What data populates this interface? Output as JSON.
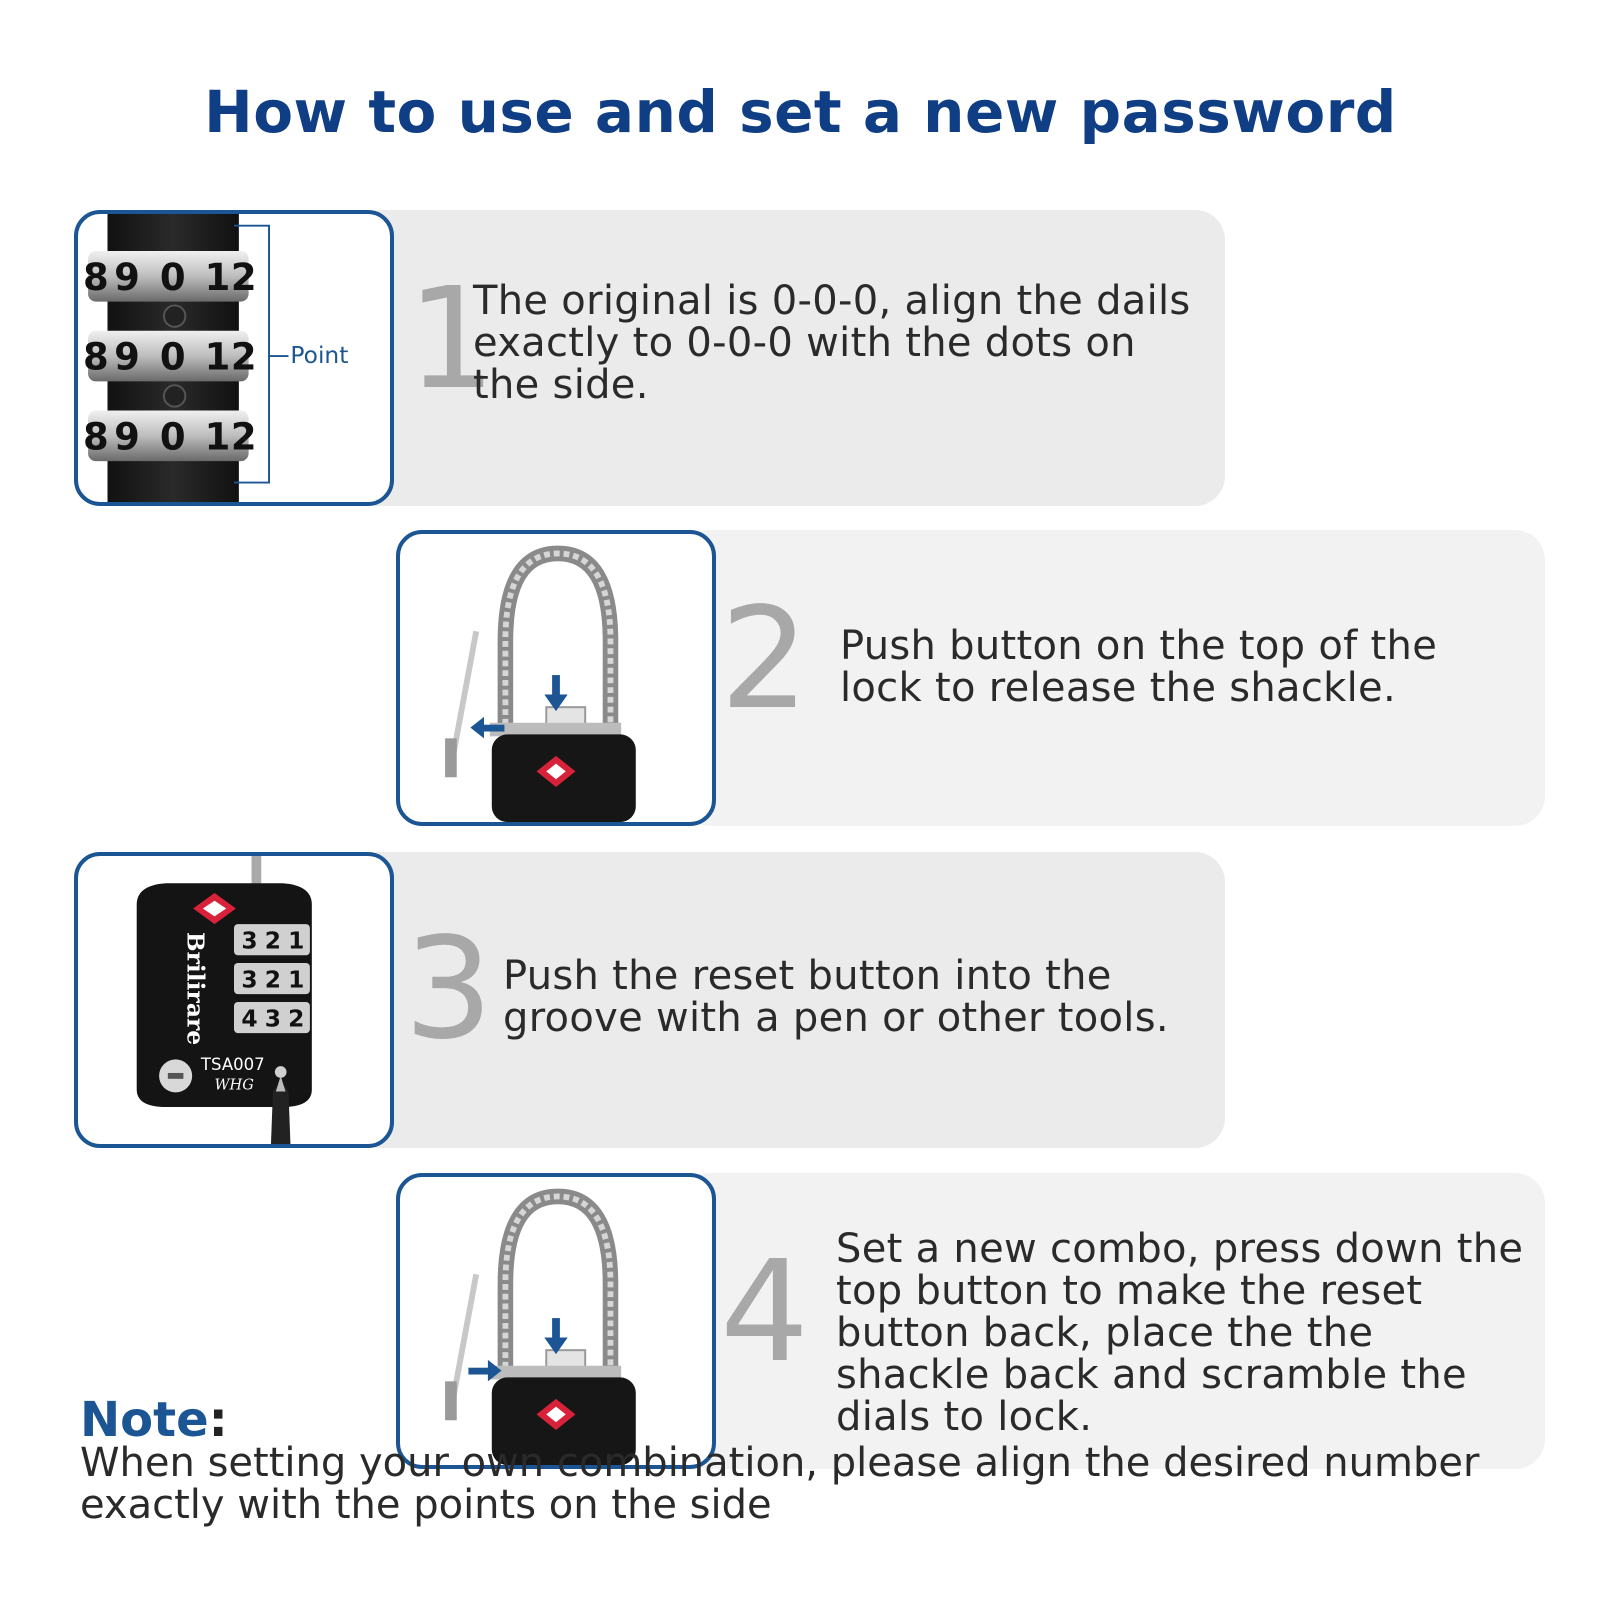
{
  "title": "How to use and set a new password",
  "steps": [
    {
      "number": "1",
      "text": "The original is 0-0-0, align the dails exactly to 0-0-0 with the dots on the side.",
      "image": "dial-closeup",
      "callout_label": "Point",
      "dial_digits": [
        "8",
        "9",
        "0",
        "1",
        "2"
      ]
    },
    {
      "number": "2",
      "text": "Push button on the top of the lock to release the shackle.",
      "image": "cable-lock-open"
    },
    {
      "number": "3",
      "text": "Push the reset button into the groove with a pen or other tools.",
      "image": "lock-reset",
      "brand": "Brilirare",
      "model": "TSA007",
      "code": "WHG",
      "dial_rows": [
        [
          "3",
          "2",
          "1"
        ],
        [
          "3",
          "2",
          "1"
        ],
        [
          "4",
          "3",
          "2"
        ]
      ]
    },
    {
      "number": "4",
      "text": "Set a new combo, press down the top button to make the reset button back, place the the shackle back and scramble the dials to lock.",
      "image": "cable-lock-close"
    }
  ],
  "note": {
    "label": "Note",
    "colon": ":",
    "text": "When setting your own combination, please align the desired number exactly with the points on the side"
  },
  "colors": {
    "title": "#0f3e85",
    "frame_border": "#1c5593",
    "panel": "#ebebeb",
    "step_number": "#a8a8a8",
    "arrow": "#1c5593",
    "tsa_red": "#d8223a"
  }
}
